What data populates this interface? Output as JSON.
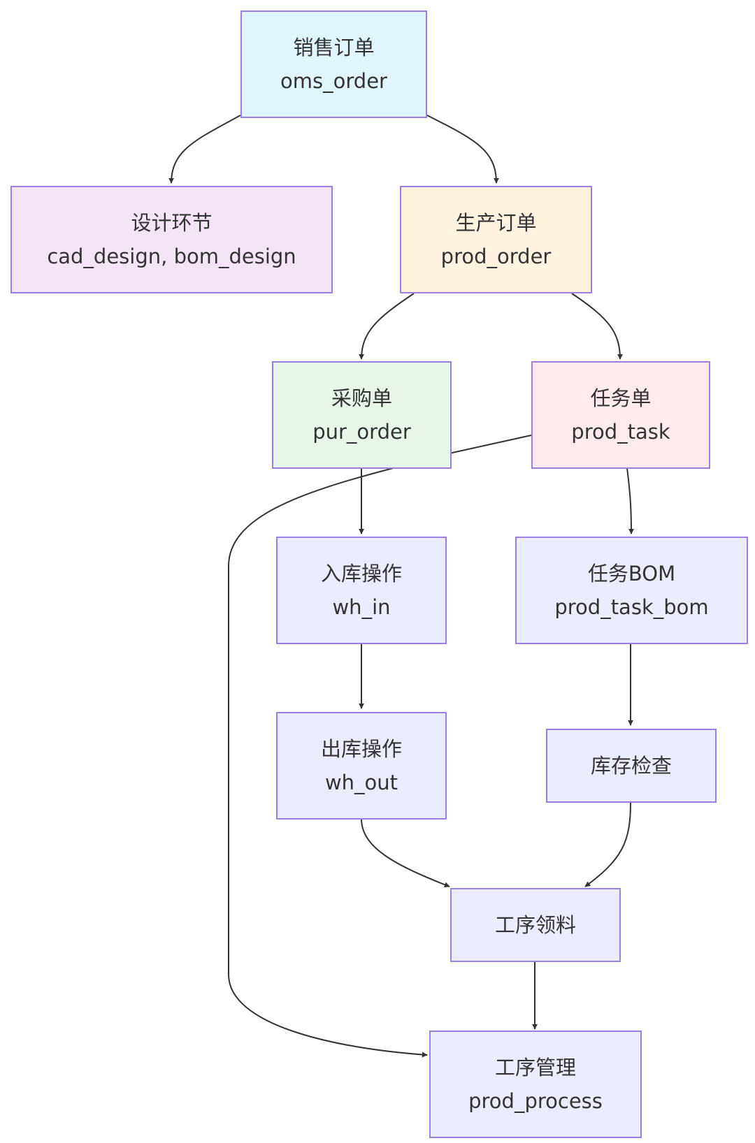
{
  "colors": {
    "border": "#9b7fe0",
    "edge": "#333333",
    "text": "#333333"
  },
  "nodes": {
    "sales": {
      "title": "销售订单",
      "sub": "oms_order",
      "fill": "#e1f5fe"
    },
    "design": {
      "title": "设计环节",
      "sub": "cad_design, bom_design",
      "fill": "#f3e5f5"
    },
    "prodorder": {
      "title": "生产订单",
      "sub": "prod_order",
      "fill": "#fff3e0"
    },
    "purchase": {
      "title": "采购单",
      "sub": "pur_order",
      "fill": "#e8f5e9"
    },
    "task": {
      "title": "任务单",
      "sub": "prod_task",
      "fill": "#ffebee"
    },
    "whin": {
      "title": "入库操作",
      "sub": "wh_in",
      "fill": "#ececff"
    },
    "taskbom": {
      "title": "任务BOM",
      "sub": "prod_task_bom",
      "fill": "#ececff"
    },
    "whout": {
      "title": "出库操作",
      "sub": "wh_out",
      "fill": "#ececff"
    },
    "stockcheck": {
      "title": "库存检查",
      "fill": "#ececff"
    },
    "picking": {
      "title": "工序领料",
      "fill": "#ececff"
    },
    "process": {
      "title": "工序管理",
      "sub": "prod_process",
      "fill": "#ececff"
    }
  },
  "edges": [
    {
      "from": "sales",
      "to": "design"
    },
    {
      "from": "sales",
      "to": "prodorder"
    },
    {
      "from": "prodorder",
      "to": "purchase"
    },
    {
      "from": "prodorder",
      "to": "task"
    },
    {
      "from": "purchase",
      "to": "whin"
    },
    {
      "from": "task",
      "to": "taskbom"
    },
    {
      "from": "task",
      "to": "process"
    },
    {
      "from": "whin",
      "to": "whout"
    },
    {
      "from": "taskbom",
      "to": "stockcheck"
    },
    {
      "from": "whout",
      "to": "picking"
    },
    {
      "from": "stockcheck",
      "to": "picking"
    },
    {
      "from": "picking",
      "to": "process"
    }
  ]
}
